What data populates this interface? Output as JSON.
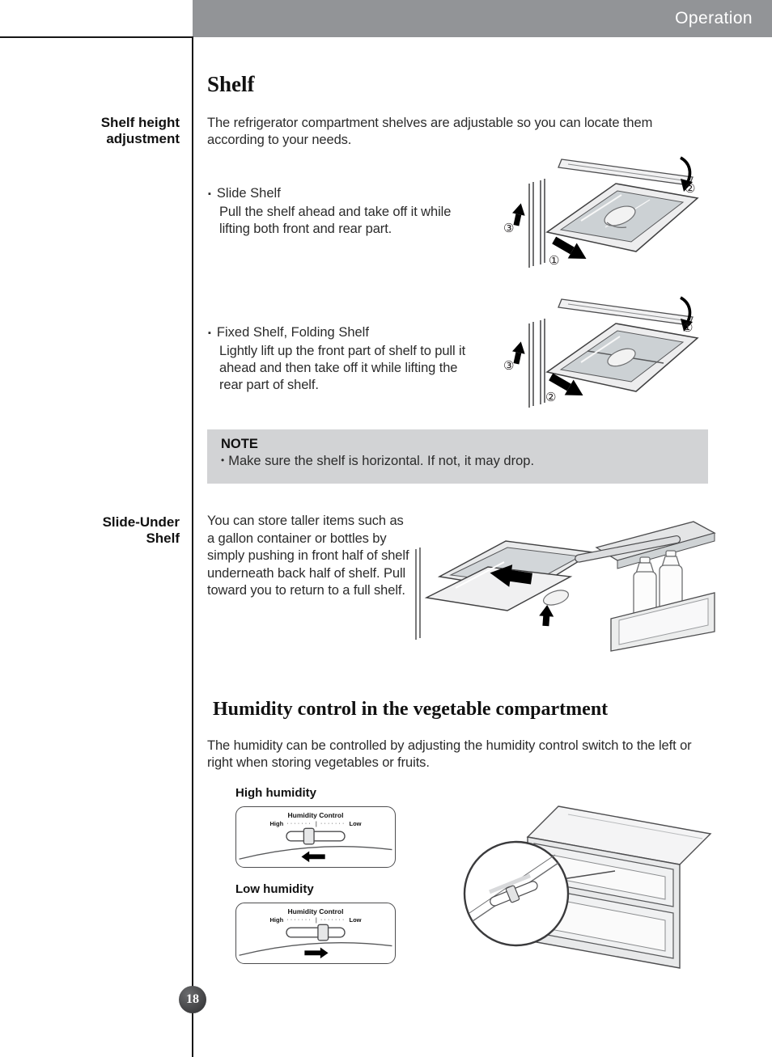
{
  "header": {
    "title": "Operation"
  },
  "page_number": "18",
  "markers": {
    "one": "①",
    "two": "②",
    "three": "③"
  },
  "bullets": {
    "square": "▪",
    "dot": "•"
  },
  "shelf": {
    "sidebar": {
      "line1": "Shelf height",
      "line2": "adjustment"
    },
    "title": "Shelf",
    "intro": "The refrigerator compartment shelves are adjustable so you can locate them according to your needs.",
    "slide": {
      "label": "Slide Shelf",
      "body": "Pull the shelf ahead and take off it while lifting both front and rear part."
    },
    "fixed": {
      "label": "Fixed Shelf, Folding Shelf",
      "body": "Lightly lift up the front part of shelf to pull it ahead and then take off it while lifting the rear part of shelf."
    },
    "note": {
      "title": "NOTE",
      "body": "Make sure the shelf is horizontal. If not, it may drop."
    }
  },
  "slide_under": {
    "sidebar": {
      "line1": "Slide-Under",
      "line2": "Shelf"
    },
    "body": "You can store taller items such as a gallon container or bottles by simply pushing in front half of shelf underneath back half of shelf. Pull toward you to return to a full shelf."
  },
  "humidity": {
    "title": "Humidity control in the vegetable compartment",
    "intro": "The humidity can be controlled by adjusting the humidity control switch to the left or right when storing vegetables or fruits.",
    "high_label": "High humidity",
    "low_label": "Low humidity",
    "control": {
      "title": "Humidity Control",
      "high": "High",
      "low": "Low",
      "dots": "·······",
      "divider": "|"
    }
  }
}
